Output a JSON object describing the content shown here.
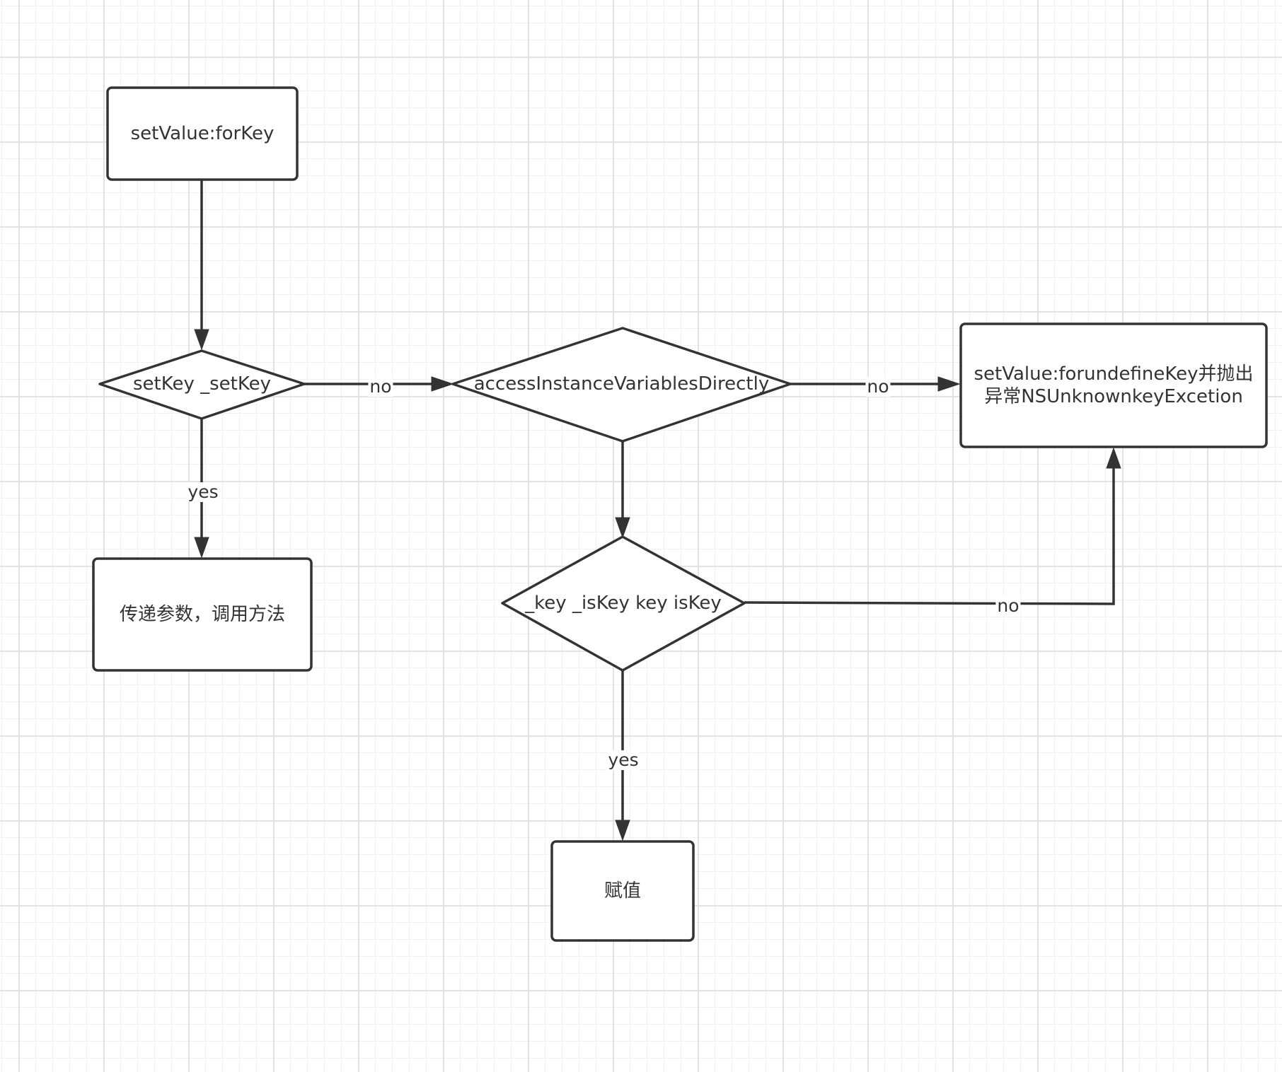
{
  "nodes": {
    "start": "setValue:forKey",
    "setkey_decision": "setKey _setKey",
    "access_decision": "accessInstanceVariablesDirectly",
    "undefined_key": "setValue:forundefineKey并抛出\n异常NSUnknownkeyExcetion",
    "call_method": "传递参数，调用方法",
    "ivar_decision": "_key _isKey key isKey",
    "assign": "赋值"
  },
  "edges": {
    "setkey_to_access": "no",
    "setkey_to_call": "yes",
    "access_to_undefined": "no",
    "ivar_to_undefined": "no",
    "ivar_to_assign": "yes"
  },
  "colors": {
    "stroke": "#333333",
    "background": "#ffffff",
    "grid_major": "#e2e2e2",
    "grid_minor": "#f0f0f0"
  }
}
